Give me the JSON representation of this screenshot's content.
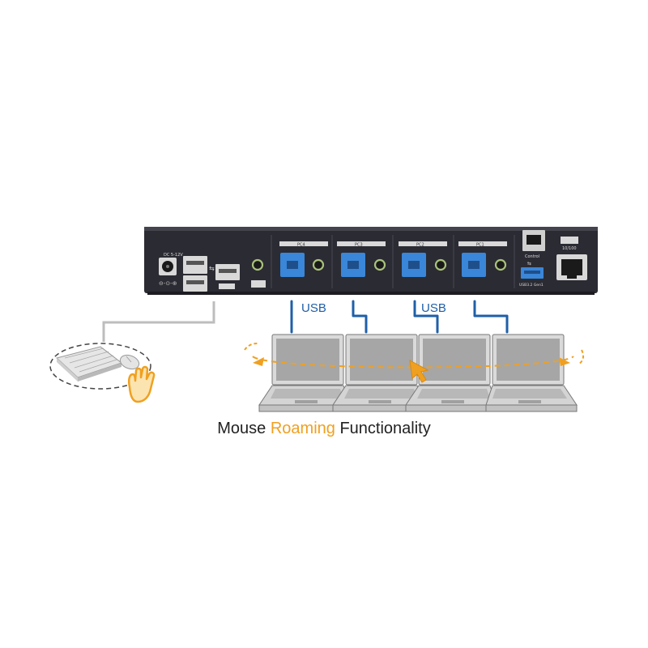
{
  "device": {
    "power_label": "DC 5-12V",
    "pc_port_labels": [
      "PC4",
      "PC3",
      "PC2",
      "PC1"
    ],
    "control_label": "Control",
    "usb_port_label": "USB3.2 Gen1",
    "lan_label": "10/100"
  },
  "cables": {
    "usb_label_left": "USB",
    "usb_label_right": "USB"
  },
  "caption": {
    "part1": "Mouse ",
    "highlight": "Roaming",
    "part2": " Functionality"
  },
  "colors": {
    "device_body": "#2b2b33",
    "cable_blue": "#1f5fa8",
    "port_blue": "#3a86d8",
    "accent_orange": "#f0a020",
    "port_ring_green": "#a9c27a",
    "peripheral_cable": "#bdbdbd"
  }
}
